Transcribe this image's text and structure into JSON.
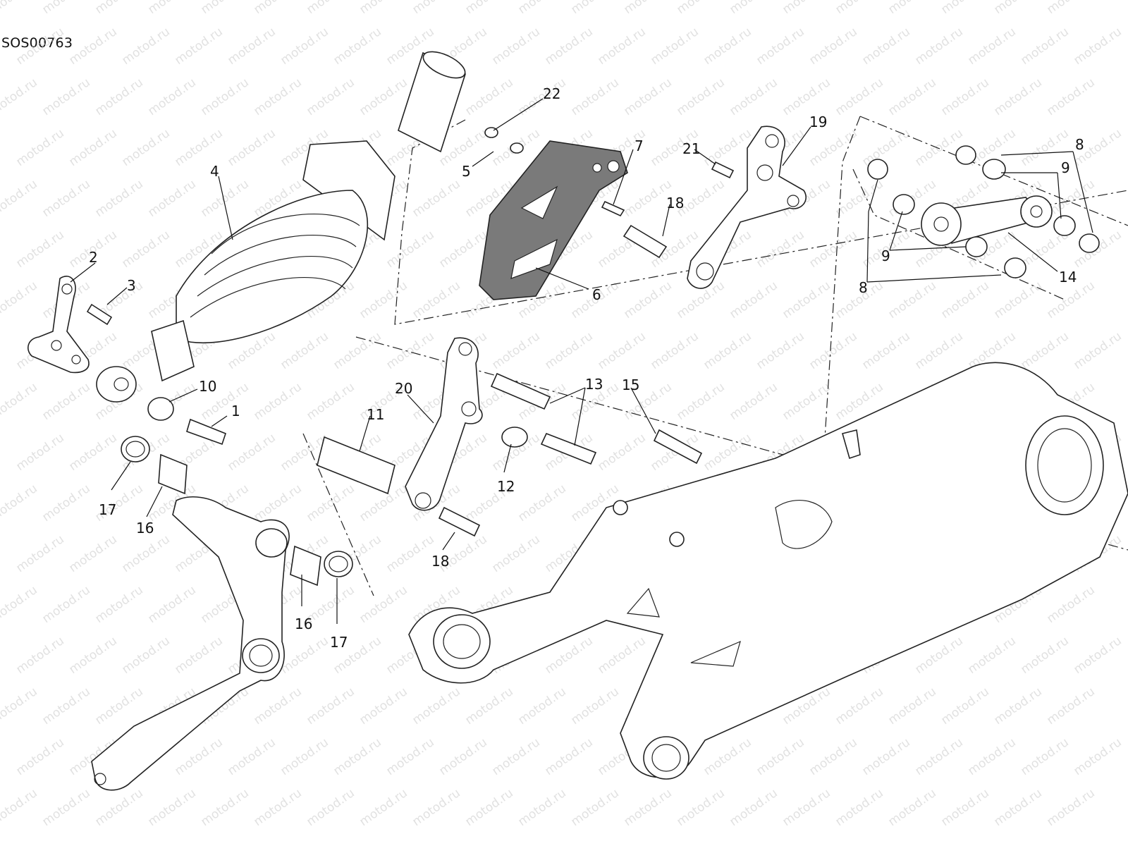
{
  "document": {
    "code": "SOS00763"
  },
  "watermark": {
    "text": "motod.ru",
    "color": "#c8c8c8"
  },
  "callouts": [
    {
      "id": "c1",
      "label": "1"
    },
    {
      "id": "c2",
      "label": "2"
    },
    {
      "id": "c3",
      "label": "3"
    },
    {
      "id": "c4",
      "label": "4"
    },
    {
      "id": "c5",
      "label": "5"
    },
    {
      "id": "c6",
      "label": "6"
    },
    {
      "id": "c7",
      "label": "7"
    },
    {
      "id": "c8a",
      "label": "8"
    },
    {
      "id": "c8b",
      "label": "8"
    },
    {
      "id": "c9a",
      "label": "9"
    },
    {
      "id": "c9b",
      "label": "9"
    },
    {
      "id": "c10",
      "label": "10"
    },
    {
      "id": "c11",
      "label": "11"
    },
    {
      "id": "c12",
      "label": "12"
    },
    {
      "id": "c13",
      "label": "13"
    },
    {
      "id": "c14",
      "label": "14"
    },
    {
      "id": "c15",
      "label": "15"
    },
    {
      "id": "c16a",
      "label": "16"
    },
    {
      "id": "c16b",
      "label": "16"
    },
    {
      "id": "c17a",
      "label": "17"
    },
    {
      "id": "c17b",
      "label": "17"
    },
    {
      "id": "c18a",
      "label": "18"
    },
    {
      "id": "c18b",
      "label": "18"
    },
    {
      "id": "c19",
      "label": "19"
    },
    {
      "id": "c20",
      "label": "20"
    },
    {
      "id": "c21",
      "label": "21"
    },
    {
      "id": "c22",
      "label": "22"
    }
  ],
  "colors": {
    "line": "#222222",
    "heat_shield_fill": "#7a7a7a"
  }
}
